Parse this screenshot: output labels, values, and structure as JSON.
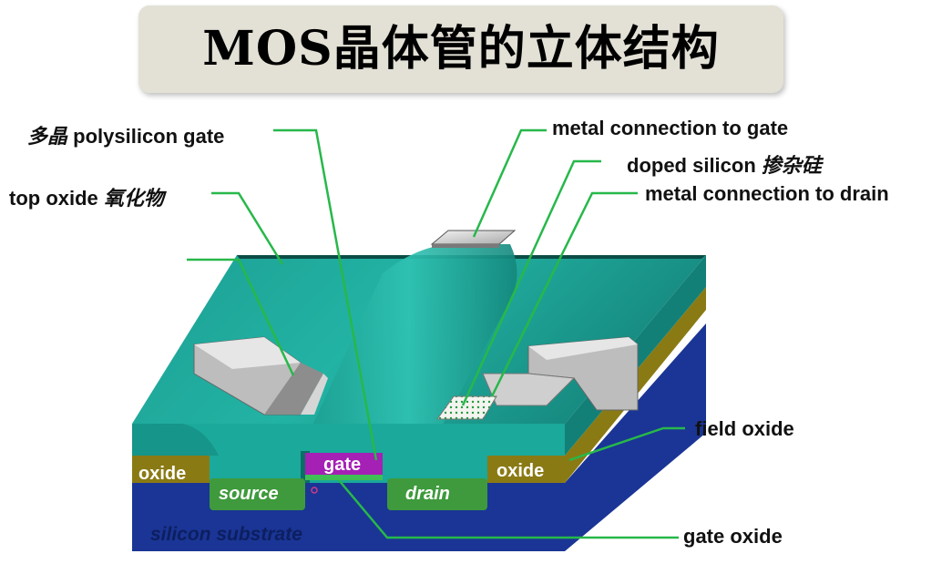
{
  "title": "MOS晶体管的立体结构",
  "callouts": {
    "polysilicon_gate": {
      "cn": "多晶",
      "en": "polysilicon gate"
    },
    "top_oxide": {
      "en": "top oxide",
      "cn": "氧化物"
    },
    "metal_gate": {
      "en": "metal connection to gate"
    },
    "doped_silicon": {
      "en": "doped silicon",
      "cn": "掺杂硅"
    },
    "metal_drain": {
      "en": "metal connection to drain"
    },
    "field_oxide": {
      "en": "field oxide"
    },
    "gate_oxide": {
      "en": "gate oxide"
    }
  },
  "inner_labels": {
    "oxide_left": "oxide",
    "oxide_right": "oxide",
    "gate": "gate",
    "source": "source",
    "drain": "drain",
    "substrate": "silicon substrate"
  },
  "colors": {
    "teal": "#1aa99a",
    "teal_dark": "#0c6f66",
    "olive": "#8a7a14",
    "navy": "#1a3595",
    "green_region": "#3e9a3c",
    "gate_magenta": "#a520b5",
    "leader": "#27b84a"
  }
}
